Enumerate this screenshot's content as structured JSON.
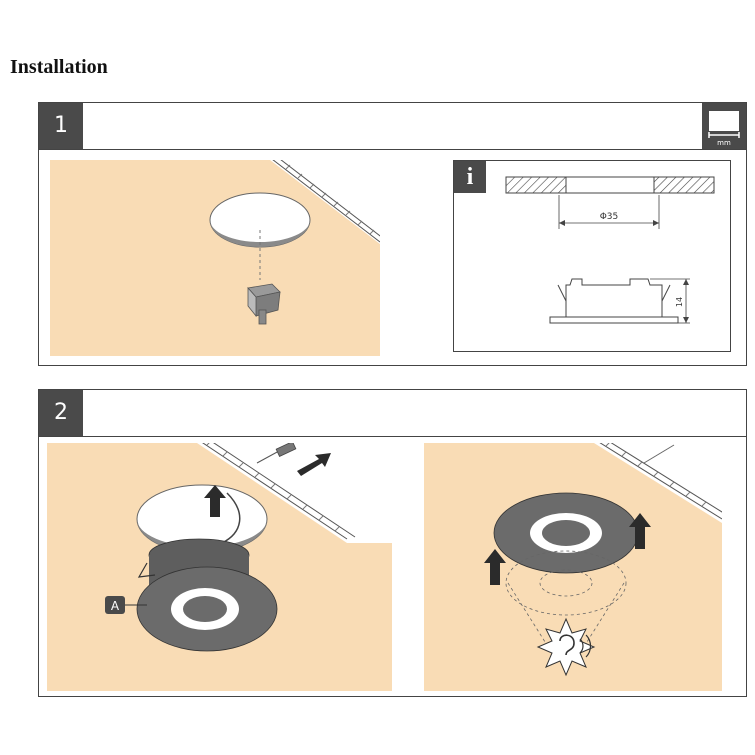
{
  "page": {
    "title": "Installation"
  },
  "step1": {
    "number": "1",
    "unit_icon": "ruler-mm-icon",
    "unit_label": "mm",
    "info_icon_label": "i",
    "dimension_diameter": "Φ35",
    "dimension_height": "14"
  },
  "step2": {
    "number": "2",
    "callout_label": "A"
  },
  "colors": {
    "header_dark": "#4a4a4a",
    "ceiling_beige": "#f9dcb5",
    "fixture_gray": "#6b6b6b"
  }
}
